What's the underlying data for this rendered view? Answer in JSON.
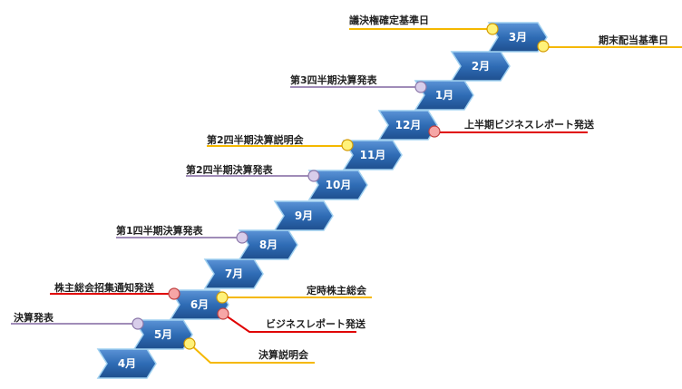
{
  "months": [
    "4月",
    "5月",
    "6月",
    "7月",
    "8月",
    "9月",
    "10月",
    "11月",
    "12月",
    "1月",
    "2月",
    "3月"
  ],
  "events": {
    "voting_record_date": "議決権確定基準日",
    "year_end_dividend_date": "期末配当基準日",
    "q3_results": "第3四半期決算発表",
    "half_year_report": "上半期ビジネスレポート発送",
    "q2_briefing": "第2四半期決算説明会",
    "q2_results": "第2四半期決算発表",
    "q1_results": "第1四半期決算発表",
    "agm_notice": "株主総会招集通知発送",
    "agm": "定時株主総会",
    "business_report": "ビジネスレポート発送",
    "annual_results": "決算発表",
    "results_briefing": "決算説明会"
  },
  "colors": {
    "yellow": "#f5b800",
    "purple": "#a08cb8",
    "red": "#e00000",
    "box": "#2f6cb5"
  }
}
